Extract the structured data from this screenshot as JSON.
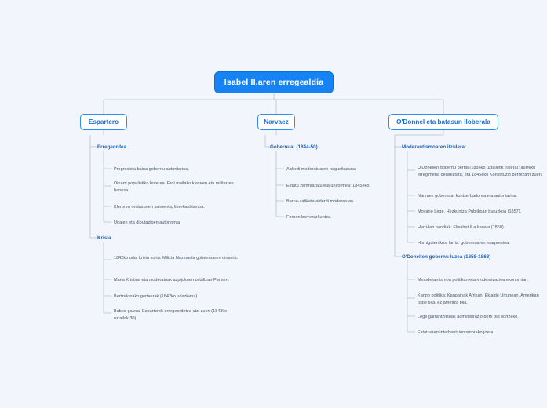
{
  "root": {
    "label": "Isabel II.aren erregealdia",
    "color": "#1683f5"
  },
  "colors": {
    "background": "#f2f6fc",
    "root_fill": "#1683f5",
    "branch_border": "#2f8bf0",
    "branch_text": "#1a6fd4",
    "section_text": "#2063b5",
    "leaf_text": "#4a5568",
    "edge": "#b9bfc7"
  },
  "branches": [
    {
      "id": "espartero",
      "label": "Espartero",
      "sections": [
        {
          "title": "Erregeordea",
          "items": [
            "Progresista baina gobernu autoritarioa.",
            "Oinarri populistiko boterea. Erdi mailako klaseen eta militarren babesa.",
            "Kleroren ondasunen salmenta, librekanbismoa.",
            "Udalen  eta diputazioen autonomia"
          ]
        },
        {
          "title": "Krisia",
          "items": [
            "1842ko uda: krisia sortu. Milizia Nazionala gobernuaren oinarria.",
            "Maria Kristina eta moderatuak azpijokoan zebiltzan Parisen.",
            "Bartzelonako gertaerak (1842ko udazkena)",
            "Babes-galera: Esparterok erregeordetza utzi zuen (1843ko uztailak 30)."
          ]
        }
      ]
    },
    {
      "id": "narvaez",
      "label": "Narvaez",
      "sections": [
        {
          "title": "Gobernua: (1844-50)",
          "items": [
            "Alderdi moderatuaren nagusitasuna.",
            "Estatu zentralizatu eta uniformea: 1845eko.",
            "Barne-zatiketa alderdi moderatuan.",
            "Foruen berrezarkuntza."
          ]
        }
      ]
    },
    {
      "id": "odonnel",
      "label": "O'Donnel eta batasun lloberala",
      "sections": [
        {
          "title": "Moderantismoaren itzulera:",
          "items": [
            "O'Donellen gobernu berria (1856ko uztailetik iralera): aurreko erregimena deuseztatu, eta 1845eko Konstituzio berrezarri zuen.",
            "Narvaez gobernua: kontserbadorea eta autoritarioa.",
            "Moyano Lege, Hezkuntza Publikoari buruzkoa (1857).",
            "Herri-lan handiak: Elisabet II.a kanala (1858)",
            "Hornigaien krisi larria: gobernuaren erarpresioa."
          ]
        },
        {
          "title": "O'Donellen gobernu luzea (1858-1863)",
          "items": [
            "Mmoderantismoa politikan eta modernizazioa ekonomian.",
            "Kanpo politika: Kanpainak Afrikan, Ekialde Urrunean, Amerikan ospe bila, ez ametiza bila.",
            "Lege garrantzitsuak administrazio berri bat sortzeko.",
            "Estatuaren interbentzionismorako joera."
          ]
        }
      ]
    }
  ]
}
